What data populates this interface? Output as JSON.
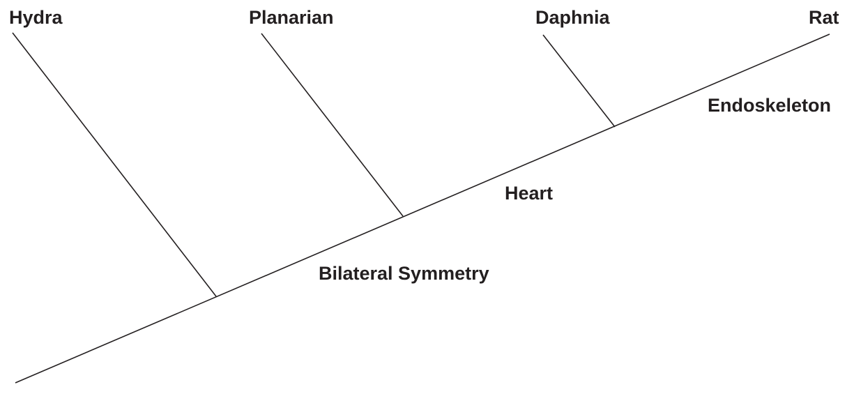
{
  "diagram": {
    "type": "cladogram",
    "taxa": [
      "Hydra",
      "Planarian",
      "Daphnia",
      "Rat"
    ],
    "traits": [
      "Bilateral Symmetry",
      "Heart",
      "Endoskeleton"
    ],
    "line_color": "#231f20",
    "text_color": "#231f20"
  }
}
